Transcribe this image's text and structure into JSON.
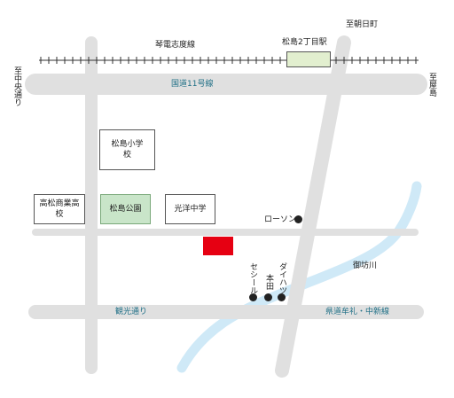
{
  "railway": {
    "name": "琴電志度線",
    "station": "松島2丁目駅"
  },
  "roads": {
    "national_route": "国道11号線",
    "prefectural_route": "県道牟礼・中新線",
    "kanko_dori": "観光通り"
  },
  "directions": {
    "top": "至朝日町",
    "left": "至中央通り",
    "right": "至屋島"
  },
  "river": "御坊川",
  "buildings": {
    "matsushima_elementary": "松島小学校",
    "takamatsu_commercial": "高松商業高校",
    "matsushima_park": "松島公園",
    "koyo_junior_high": "光洋中学"
  },
  "landmarks": {
    "lawson": "ローソン",
    "cecil": "セシール",
    "honda": "本田",
    "daihatsu": "ダイハツ"
  },
  "colors": {
    "road": "#e0e0e0",
    "river": "#cfe9f7",
    "target": "#e60012",
    "park": "#c9e5c9",
    "road_label": "#1f6f86"
  }
}
